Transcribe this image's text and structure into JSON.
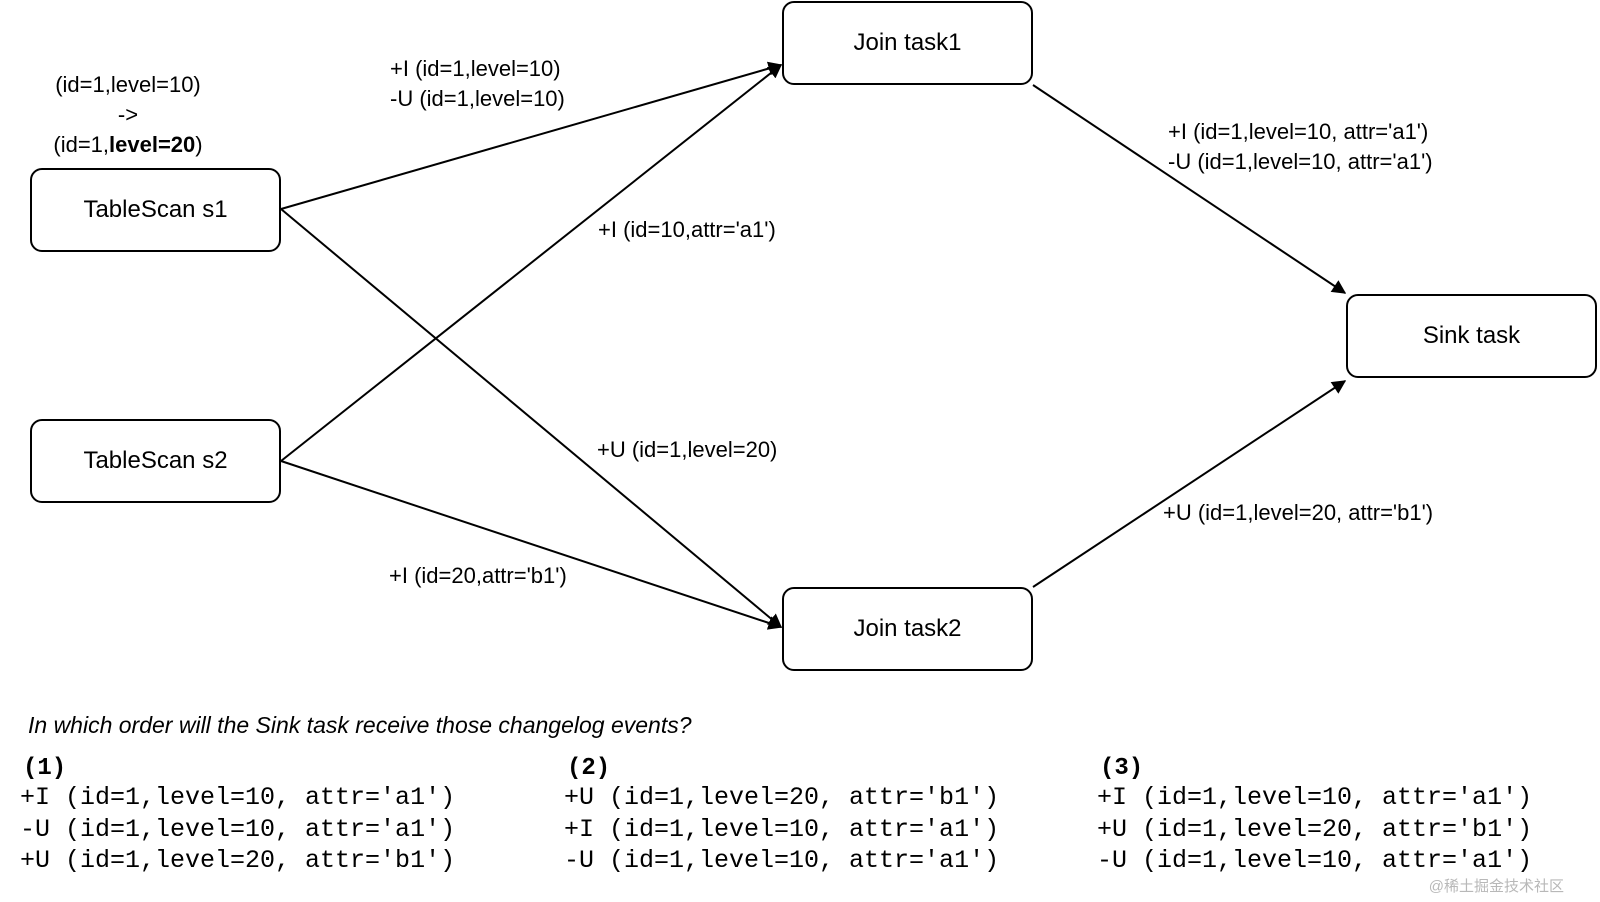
{
  "nodes": {
    "tablescan_s1": "TableScan s1",
    "tablescan_s2": "TableScan s2",
    "join_task1": "Join task1",
    "join_task2": "Join task2",
    "sink_task": "Sink task"
  },
  "annotations": {
    "s1_change": {
      "before": "(id=1,level=10)",
      "arrow": "->",
      "after_prefix": "(id=1,",
      "after_bold": "level=20",
      "after_suffix": ")"
    }
  },
  "edge_labels": {
    "s1_to_join1_line1": "+I (id=1,level=10)",
    "s1_to_join1_line2": "-U (id=1,level=10)",
    "s2_to_join1": "+I (id=10,attr='a1')",
    "s1_to_join2": "+U (id=1,level=20)",
    "s2_to_join2": "+I (id=20,attr='b1')",
    "join1_to_sink_line1": "+I (id=1,level=10, attr='a1')",
    "join1_to_sink_line2": "-U (id=1,level=10, attr='a1')",
    "join2_to_sink": "+U (id=1,level=20, attr='b1')"
  },
  "question": "In which order will the Sink task receive those changelog events?",
  "options": [
    {
      "label": "(1)",
      "lines": [
        "+I (id=1,level=10, attr='a1')",
        "-U (id=1,level=10, attr='a1')",
        "+U (id=1,level=20, attr='b1')"
      ]
    },
    {
      "label": "(2)",
      "lines": [
        "+U (id=1,level=20, attr='b1')",
        "+I (id=1,level=10, attr='a1')",
        "-U (id=1,level=10, attr='a1')"
      ]
    },
    {
      "label": "(3)",
      "lines": [
        "+I (id=1,level=10, attr='a1')",
        "+U (id=1,level=20, attr='b1')",
        "-U (id=1,level=10, attr='a1')"
      ]
    }
  ],
  "watermark": "@稀土掘金技术社区"
}
